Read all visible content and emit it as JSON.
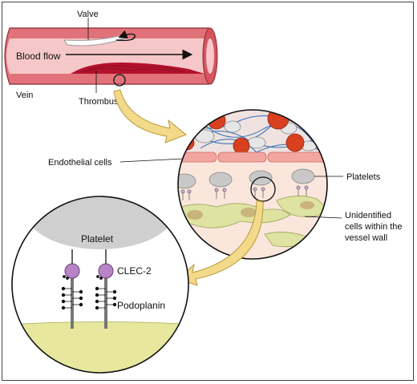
{
  "labels": {
    "valve": "Valve",
    "blood_flow": "Blood flow",
    "vein": "Vein",
    "thrombus": "Thrombus",
    "endothelial_cells": "Endothelial cells",
    "platelets": "Platelets",
    "unidentified_line1": "Unidentified",
    "unidentified_line2": "cells within the",
    "unidentified_line3": "vessel wall",
    "platelet": "Platelet",
    "clec2": "CLEC-2",
    "podoplanin": "Podoplanin"
  },
  "colors": {
    "vein_wall": "#e2727a",
    "vein_lumen": "#f6c7c8",
    "thrombus": "#b3122c",
    "rbc": "#d8401f",
    "fibrin": "#2f6fb8",
    "platelet": "#c8c8c8",
    "clec2": "#b784c5",
    "stromal_cell": "#dfe3a2",
    "arrow": "#f3d98a"
  },
  "icons": {
    "flow_arrow": "arrow-right-icon",
    "valve_arrow": "curved-arrow-icon"
  }
}
